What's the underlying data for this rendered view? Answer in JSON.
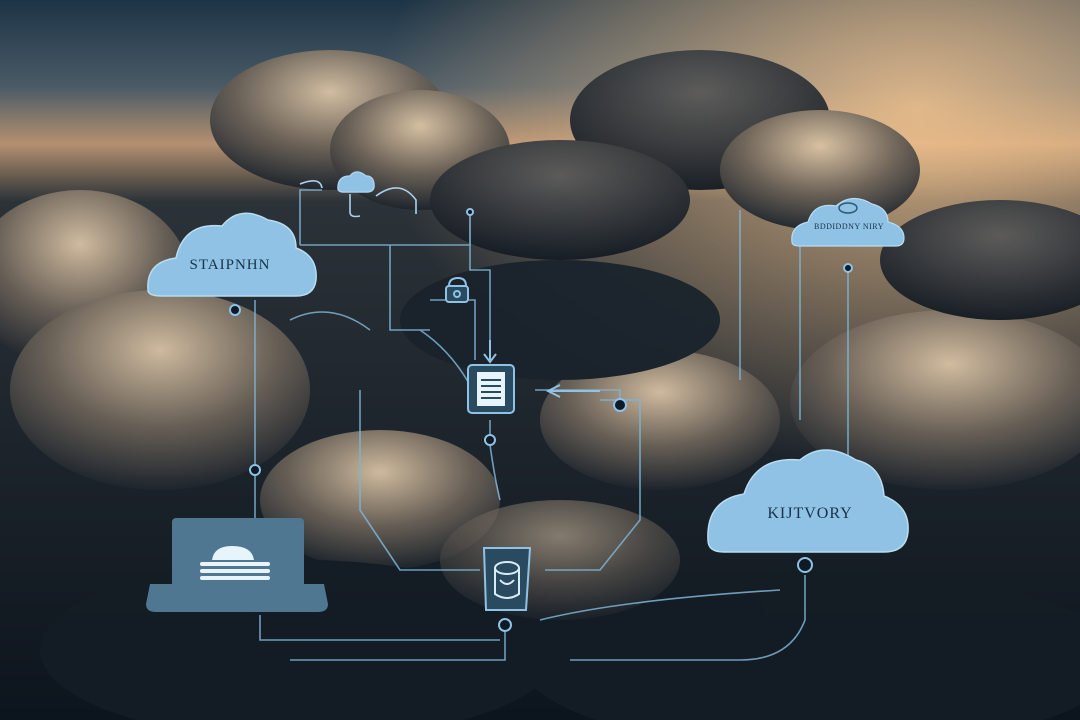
{
  "labels": {
    "left_cloud": "STAIPNHN",
    "right_cloud": "KIJTVORY",
    "top_right_cloud": "BDDIDDNY NIRY"
  },
  "icons": {
    "small_top_cloud": "cloud-icon",
    "document": "document-icon",
    "database": "database-icon",
    "monitor_symbol": "cloud-stack-icon",
    "lock": "lock-icon"
  },
  "colors": {
    "node_fill": "#8fc2e4",
    "panel_fill": "#4f7791",
    "line": "#7fb4d6",
    "sky_top": "#1f3546",
    "sky_glow": "#f0c08a"
  }
}
